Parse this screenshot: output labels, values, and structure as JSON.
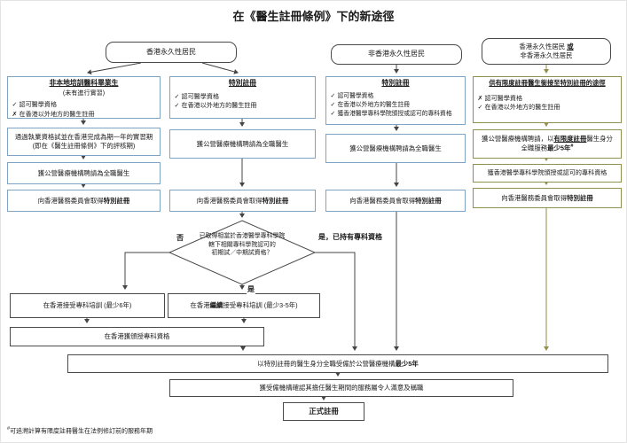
{
  "title": "在《醫生註冊條例》下的新途徑",
  "colors": {
    "pathway_blue": "#7fa3c2",
    "pathway_olive": "#8f8f4e",
    "connector": "#444444"
  },
  "top": {
    "hk": "香港永久性居民",
    "non_hk": "非香港永久性居民",
    "mixed_l1a": "香港永久性居民 ",
    "mixed_l1b": "或",
    "mixed_l2": "非香港永久性居民"
  },
  "shared": {
    "employ_fulltime": "獲公營醫療機構聘請為全職醫生",
    "register_pre": "向香港醫務委員會取得",
    "register_bold": "特別註冊",
    "specialist_qual": "獲香港醫學專科學院頒授或認可的專科資格"
  },
  "col1": {
    "head": "非本地培訓醫科畢業生",
    "sub": "(未有進行實習)",
    "items": [
      {
        "mark": "✓",
        "text": "認可醫學資格"
      },
      {
        "mark": "✗",
        "text": "在香港以外地方的醫生註冊"
      }
    ],
    "exam_l1": "通過執業資格試並在香港完成為期一年的實習期",
    "exam_l2": "(即在《醫生註冊條例》下的評核期)"
  },
  "col2": {
    "head": "特別註冊",
    "items": [
      {
        "mark": "✓",
        "text": "認可醫學資格"
      },
      {
        "mark": "✓",
        "text": "在香港以外地方的醫生註冊"
      }
    ]
  },
  "col3": {
    "head": "特別註冊",
    "items": [
      {
        "mark": "✓",
        "text": "認可醫學資格"
      },
      {
        "mark": "✓",
        "text": "在香港以外地方的醫生註冊"
      },
      {
        "mark": "✓",
        "text": "獲香港醫學專科學院頒授或認可的專科資格"
      }
    ]
  },
  "col4": {
    "head": "供有限度註冊醫生銜接至特別註冊的途徑",
    "items": [
      {
        "mark": "✗",
        "text": "認可醫學資格"
      },
      {
        "mark": "✓",
        "text": "在香港以外地方的醫生註冊"
      }
    ],
    "employ_l1a": "獲公營醫療機構聘請，以",
    "employ_l1b": "有限度註冊",
    "employ_l1c": "醫生身分",
    "employ_l2a": "全職服務",
    "employ_l2b": "最少5年",
    "employ_sup": "#"
  },
  "decision": {
    "l1": "已取得相當於香港醫學專科學院",
    "l2": "轄下相關專科學院認可的",
    "l3": "初期試／中期試資格？",
    "no": "否",
    "yes": "是",
    "yes_specialist": "是，已持有專科資格"
  },
  "training": {
    "six_year": "在香港接受專科培訓 (最少6年)",
    "cont_pre": "在香港",
    "cont_bold": "繼續",
    "cont_post": "接受專科培訓 (最少3-5年)",
    "award": "在香港獲頒授專科資格"
  },
  "bottom": {
    "employed_pre": "以特別註冊的醫生身分全職受僱於公營醫療機構",
    "employed_bold": "最少5年",
    "confirm": "獲受僱機構確認其擔任醫生期間的服務屬令人滿意及稱職",
    "formal": "正式註冊"
  },
  "footnote": {
    "sup": "#",
    "text": "可追溯計算有限度註冊醫生在法例修訂前的服務年期"
  }
}
